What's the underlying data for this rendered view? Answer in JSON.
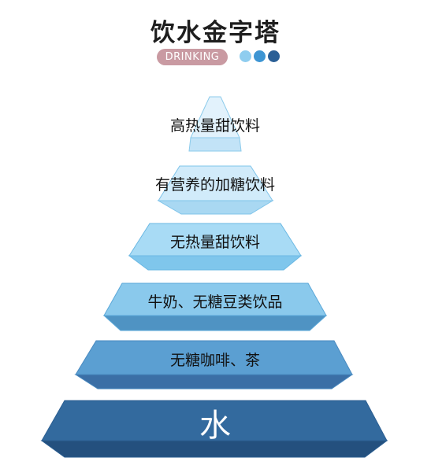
{
  "header": {
    "title": "饮水金字塔",
    "badge": "DRINKING",
    "badge_color": "#c99aa2",
    "dot_colors": [
      "#8fcdef",
      "#3d95d3",
      "#2a5f96"
    ]
  },
  "pyramid": {
    "tiers": [
      {
        "label": "高热量甜饮料",
        "top_color": "#e2f2fc",
        "face_color": "#c2e3f7",
        "stroke": "#8ccbeb"
      },
      {
        "label": "有营养的加糖饮料",
        "top_color": "#d1ebfa",
        "face_color": "#a9d8f2",
        "stroke": "#7fc4ea"
      },
      {
        "label": "无热量甜饮料",
        "top_color": "#a8dbf5",
        "face_color": "#7fc6ec",
        "stroke": "#6bb8e3"
      },
      {
        "label": "牛奶、无糖豆类饮品",
        "top_color": "#8ac9ec",
        "face_color": "#4f93c3",
        "stroke": "#5aa7d8"
      },
      {
        "label": "无糖咖啡、茶",
        "top_color": "#5b9fd2",
        "face_color": "#3b6fa6",
        "stroke": "#4a8ac0"
      },
      {
        "label": "水",
        "top_color": "#336a9e",
        "face_color": "#24507e",
        "stroke": "#2c5f92"
      }
    ]
  }
}
